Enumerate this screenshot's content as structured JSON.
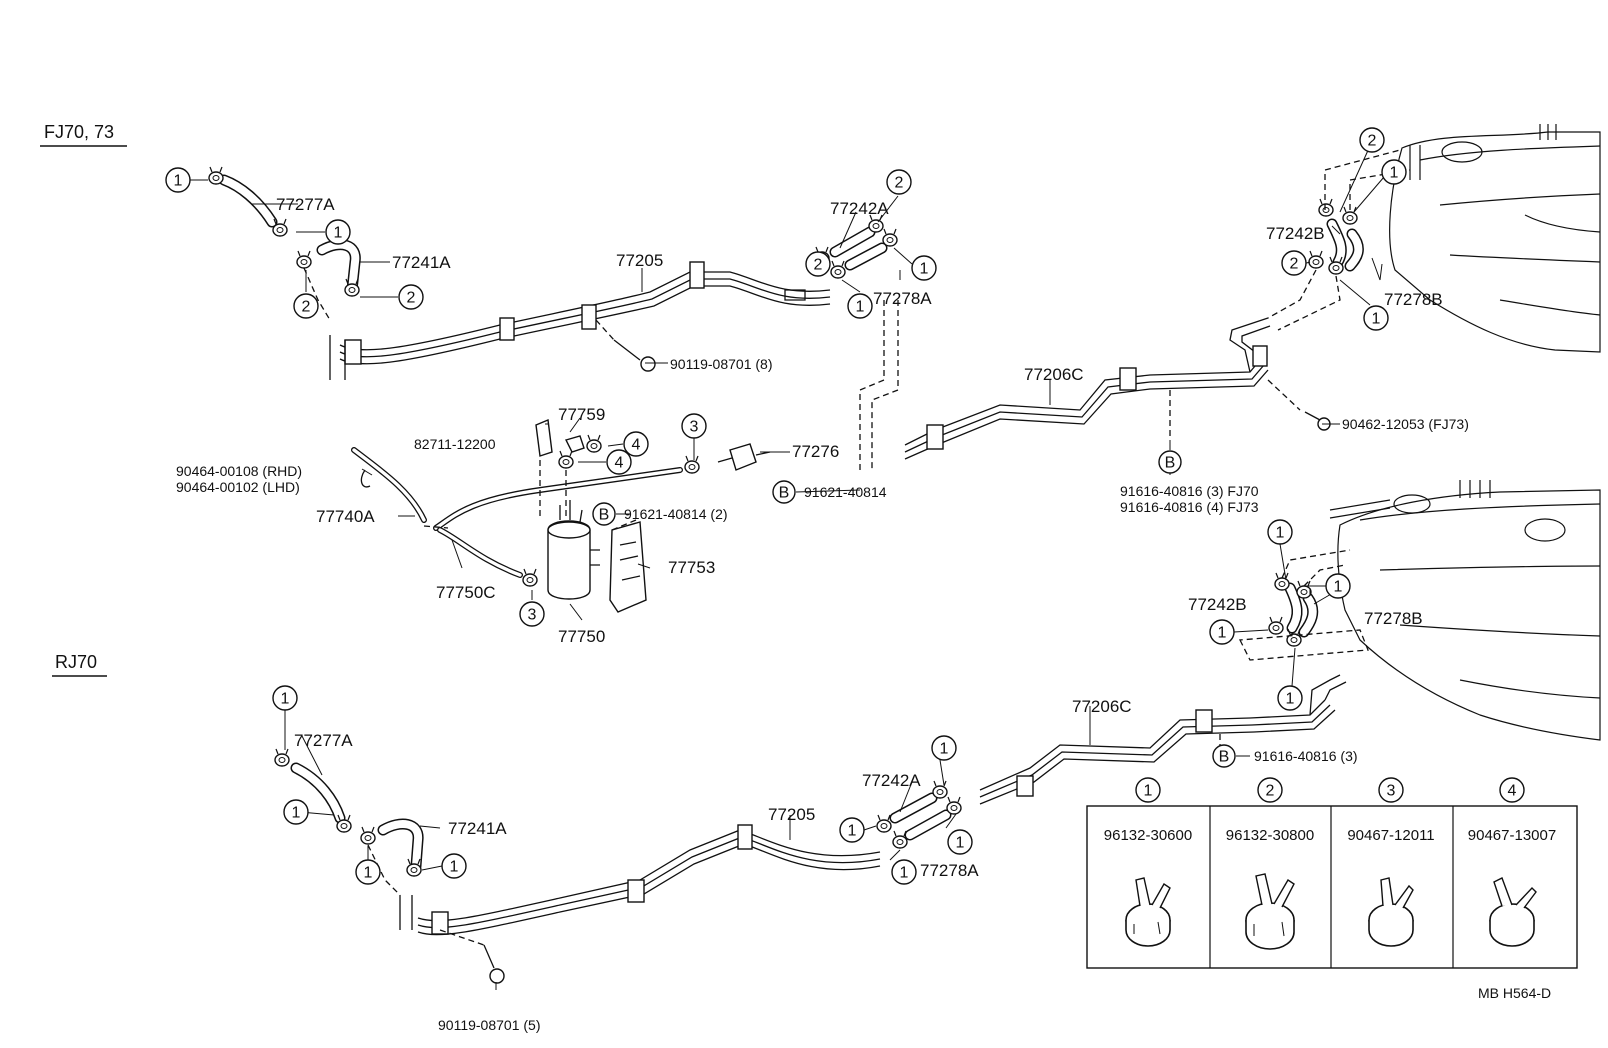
{
  "sections": {
    "fj70": {
      "title": "FJ70, 73"
    },
    "rj70": {
      "title": "RJ70"
    }
  },
  "upper_labels": {
    "p77277a": "77277A",
    "p77241a": "77241A",
    "p77205": "77205",
    "p77242a": "77242A",
    "p77278a": "77278A",
    "bolt": "90119-08701 (8)",
    "p77242b": "77242B",
    "p77278b": "77278B",
    "p77206c": "77206C",
    "clip_fj73": "90462-12053 (FJ73)",
    "bolt_b_fj70": "91616-40816 (3) FJ70",
    "bolt_b_fj73": "91616-40816 (4) FJ73",
    "p77759": "77759",
    "p82711": "82711-12200",
    "p77276": "77276",
    "clip_rhd": "90464-00108 (RHD)",
    "clip_lhd": "90464-00102 (LHD)",
    "p77740a": "77740A",
    "bolt_b_canister": "91621-40814 (2)",
    "bolt_b_valve": "91621-40814",
    "p77753": "77753",
    "p77750c": "77750C",
    "p77750": "77750"
  },
  "lower_labels": {
    "p77277a": "77277A",
    "p77241a": "77241A",
    "bolt": "90119-08701 (5)",
    "p77205": "77205",
    "p77242a": "77242A",
    "p77278a": "77278A",
    "p77206c": "77206C",
    "bolt_b": "91616-40816 (3)",
    "p77242b": "77242B",
    "p77278b": "77278B"
  },
  "callout_b": "B",
  "clamp_legend": [
    {
      "index": "1",
      "part": "96132-30600"
    },
    {
      "index": "2",
      "part": "96132-30800"
    },
    {
      "index": "3",
      "part": "90467-12011"
    },
    {
      "index": "4",
      "part": "90467-13007"
    }
  ],
  "diagram_code": "MB  H564-D"
}
